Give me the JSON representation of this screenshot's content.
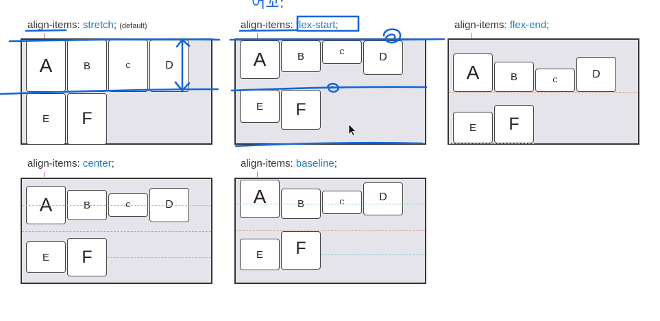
{
  "property_name": "align-items",
  "panels": [
    {
      "id": "stretch",
      "value": "stretch",
      "note": "(default)"
    },
    {
      "id": "flex-start",
      "value": "flex-start",
      "note": ""
    },
    {
      "id": "flex-end",
      "value": "flex-end",
      "note": ""
    },
    {
      "id": "center",
      "value": "center",
      "note": ""
    },
    {
      "id": "baseline",
      "value": "baseline",
      "note": ""
    }
  ],
  "items": [
    "A",
    "B",
    "C",
    "D",
    "E",
    "F"
  ],
  "handwriting": "어꼬:",
  "colors": {
    "value_text": "#1f7bbf",
    "ink": "#1565d8",
    "container": "#e4e4ea",
    "dash_red": "#e59a82",
    "dash_blue": "#8cc9d6"
  }
}
